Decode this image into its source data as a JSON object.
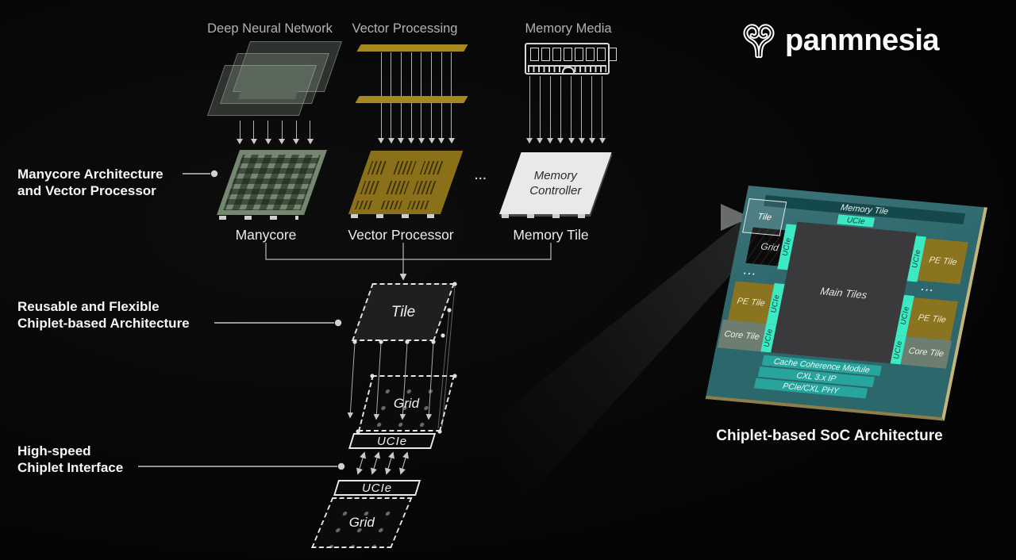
{
  "brand": {
    "name": "panmnesia"
  },
  "columns": [
    {
      "header": "Deep Neural Network",
      "tile_label": "Manycore"
    },
    {
      "header": "Vector Processing",
      "tile_label": "Vector Processor"
    },
    {
      "header": "Memory Media",
      "tile_label": "Memory Tile",
      "tile_inner": [
        "Memory",
        "Controller"
      ]
    }
  ],
  "ellipsis": "...",
  "annotations": {
    "manycore": {
      "line1": "Manycore Architecture",
      "line2": "and Vector Processor"
    },
    "chiplet": {
      "line1": "Reusable and Flexible",
      "line2": "Chiplet-based Architecture"
    },
    "interface": {
      "line1": "High-speed",
      "line2": "Chiplet Interface"
    }
  },
  "stack": {
    "tile": "Tile",
    "grid_top": "Grid",
    "ucie_top": "UCIe",
    "ucie_bottom": "UCIe",
    "grid_bottom": "Grid"
  },
  "soc": {
    "caption": "Chiplet-based SoC Architecture",
    "memory_tile": "Memory Tile",
    "ucie": "UCIe",
    "tile": "Tile",
    "grid": "Grid",
    "main_tiles": "Main Tiles",
    "pe_tile": "PE Tile",
    "core_tile": "Core Tile",
    "ellipsis": "...",
    "bars": [
      "Cache Coherence Module",
      "CXL 3.x IP",
      "PCIe/CXL PHY"
    ],
    "colors": {
      "board": "#2c676c",
      "board_trim": "#c6b478",
      "ucie": "#3ce9c2",
      "pe_tile": "#8a741f",
      "core_tile": "#6d7d6f",
      "bottom_bars": "#27a59d",
      "memory_bar": "#15484b",
      "main_tiles": "#3a3a3d",
      "manycore_tile": "#74876f",
      "vector_tile": "#8a7119",
      "memory_tile": "#e9e9e9"
    }
  }
}
